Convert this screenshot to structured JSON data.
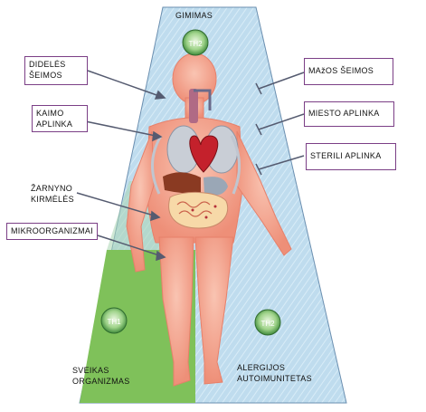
{
  "labels": {
    "top": "GIMIMAS",
    "large_families": "DIDELĖS\nŠEIMOS",
    "rural": "KAIMO\nAPLINKA",
    "worms": "ŽARNYNO\nKIRMĖLĖS",
    "microorganisms": "MIKROORGANIZMAI",
    "small_families": "MAžOS ŠEIMOS",
    "urban": "MIESTO APLINKA",
    "sterile": "STERILI APLINKA",
    "healthy": "SVEIKAS\nORGANIZMAS",
    "allergy": "ALERGIJOS\nAUTOIMUNITETAS"
  },
  "cells": {
    "top": "TH2",
    "bottom_left": "TH1",
    "bottom_right": "TH2"
  },
  "colors": {
    "sky": "#bfdcee",
    "green": "#7fc15a",
    "trunk_border": "#6b8fb0",
    "body": "#f1a08a",
    "label_border": "#7b3f86",
    "arrow": "#555b70"
  }
}
